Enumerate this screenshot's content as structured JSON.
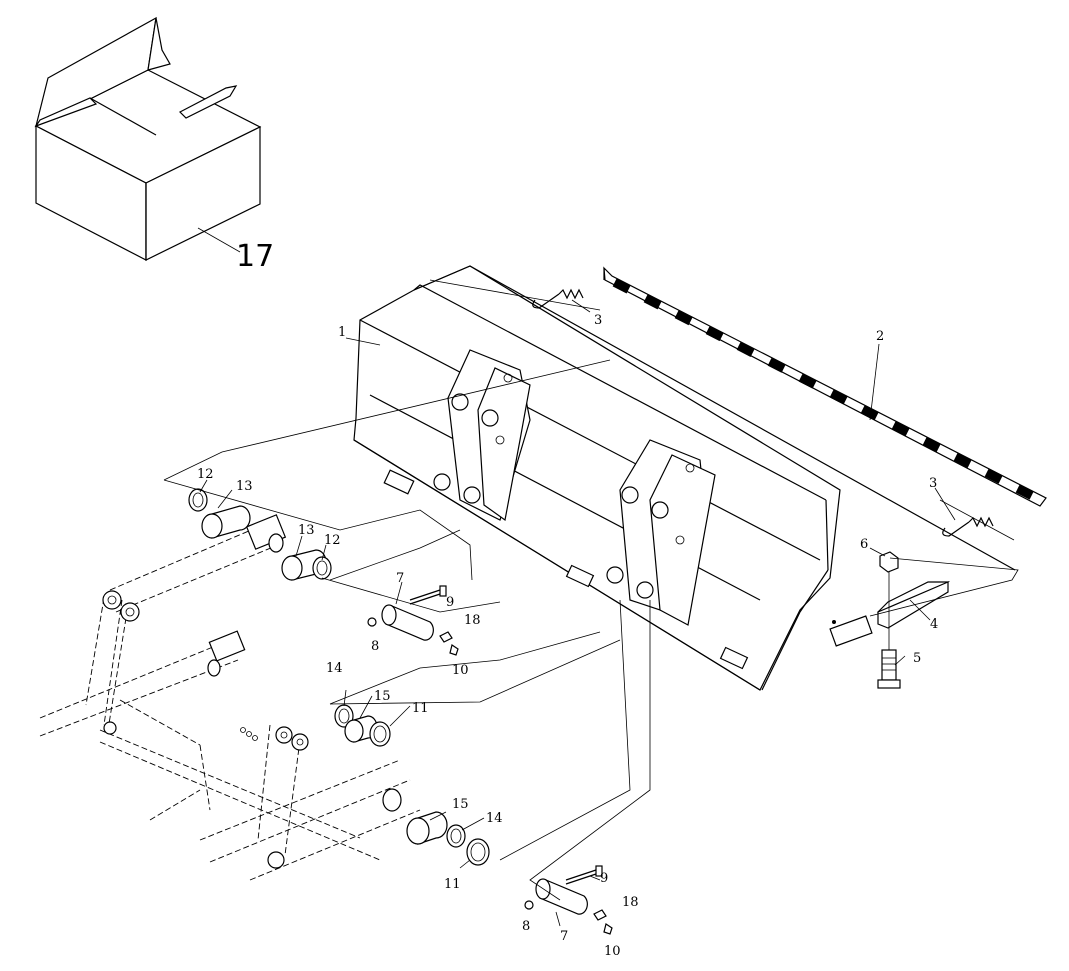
{
  "parts": [
    {
      "id": "p1",
      "label": "1"
    },
    {
      "id": "p2",
      "label": "2"
    },
    {
      "id": "p3a",
      "label": "3"
    },
    {
      "id": "p3b",
      "label": "3"
    },
    {
      "id": "p4",
      "label": "4"
    },
    {
      "id": "p5",
      "label": "5"
    },
    {
      "id": "p6",
      "label": "6"
    },
    {
      "id": "p7a",
      "label": "7"
    },
    {
      "id": "p7b",
      "label": "7"
    },
    {
      "id": "p8a",
      "label": "8"
    },
    {
      "id": "p8b",
      "label": "8"
    },
    {
      "id": "p9a",
      "label": "9"
    },
    {
      "id": "p9b",
      "label": "9"
    },
    {
      "id": "p10a",
      "label": "10"
    },
    {
      "id": "p10b",
      "label": "10"
    },
    {
      "id": "p11a",
      "label": "11"
    },
    {
      "id": "p11b",
      "label": "11"
    },
    {
      "id": "p12a",
      "label": "12"
    },
    {
      "id": "p12b",
      "label": "12"
    },
    {
      "id": "p13a",
      "label": "13"
    },
    {
      "id": "p13b",
      "label": "13"
    },
    {
      "id": "p14a",
      "label": "14"
    },
    {
      "id": "p14b",
      "label": "14"
    },
    {
      "id": "p15a",
      "label": "15"
    },
    {
      "id": "p15b",
      "label": "15"
    },
    {
      "id": "p17",
      "label": "17"
    },
    {
      "id": "p18a",
      "label": "18"
    },
    {
      "id": "p18b",
      "label": "18"
    }
  ]
}
